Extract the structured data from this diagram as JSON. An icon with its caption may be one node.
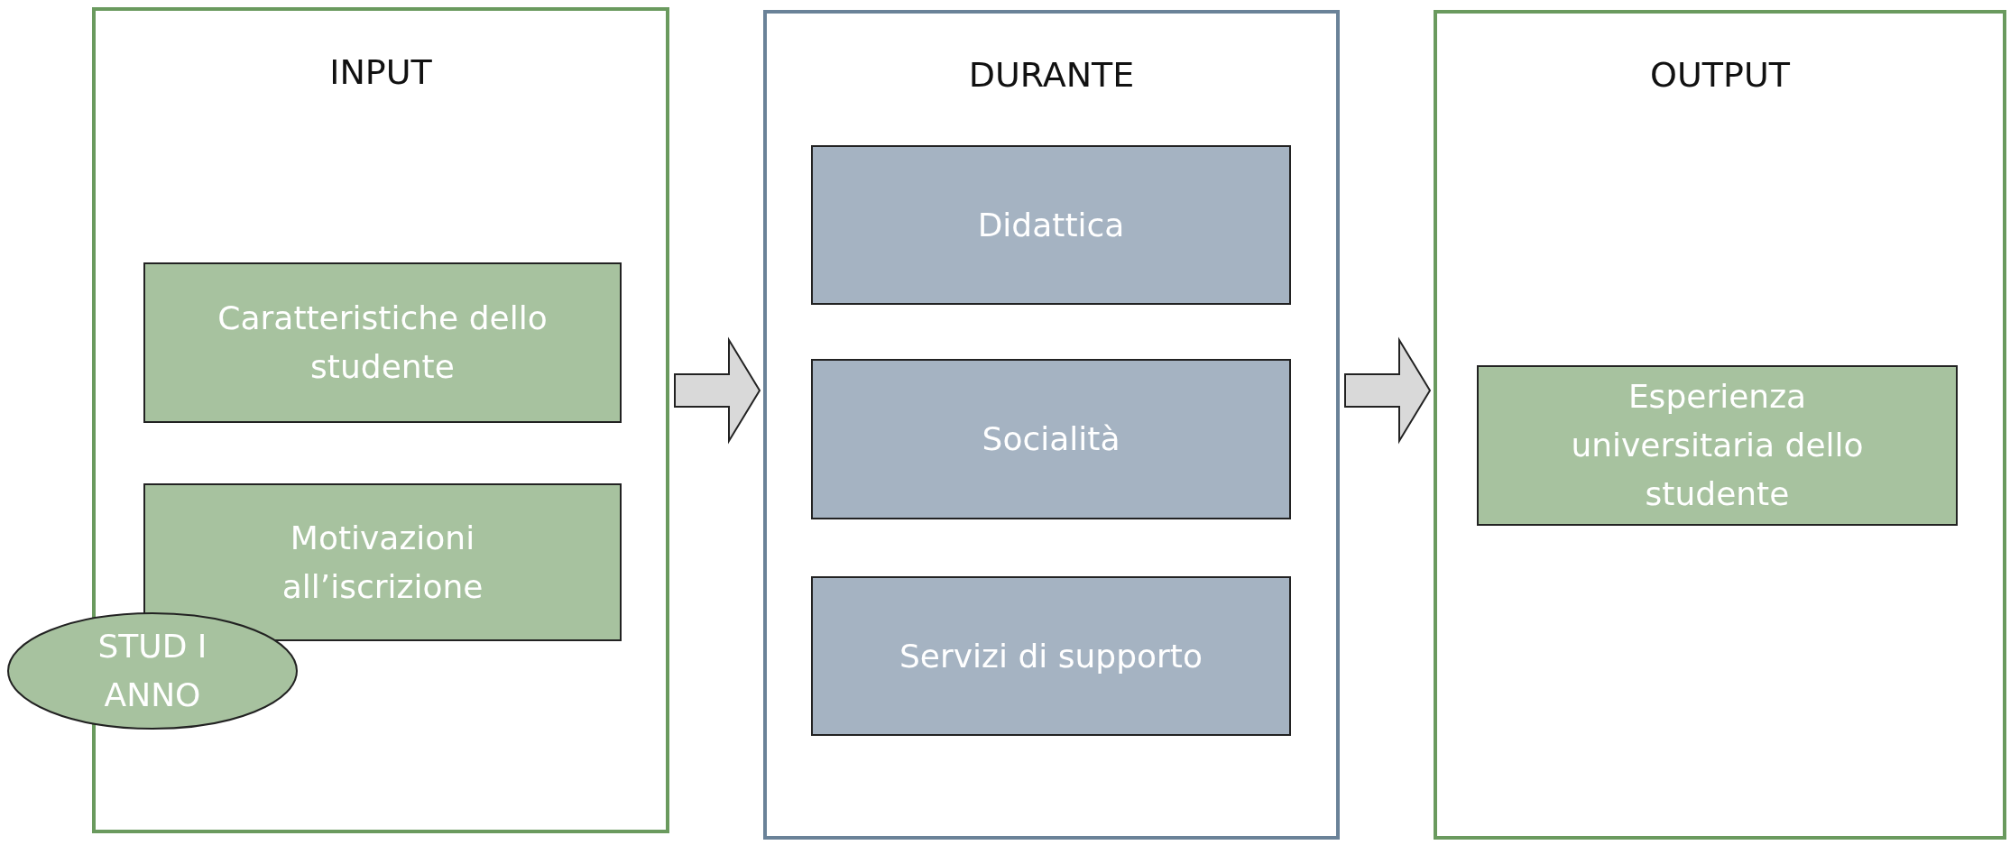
{
  "diagram": {
    "nodes": [
      {
        "text": [
          "INPUT"
        ]
      },
      {
        "text": [
          "Caratteristiche dello studente"
        ],
        "in": 0
      },
      {
        "text": [
          "Motivazioni all’iscrizione"
        ],
        "in": 0
      },
      {
        "text": [
          "STUD I ANNO"
        ]
      },
      {
        "text": [
          "DURANTE"
        ]
      },
      {
        "text": [
          "Didattica"
        ],
        "in": 4
      },
      {
        "text": [
          "Socialità"
        ],
        "in": 4
      },
      {
        "text": [
          "Servizi di supporto"
        ],
        "in": 4
      },
      {
        "text": [
          "OUTPUT"
        ]
      },
      {
        "text": [
          "Esperienza universitaria dello studente"
        ],
        "in": 8
      }
    ],
    "edges": [
      {
        "from": 0,
        "to": 4,
        "arrow": "to"
      },
      {
        "from": 4,
        "to": 8,
        "arrow": "to"
      }
    ]
  }
}
